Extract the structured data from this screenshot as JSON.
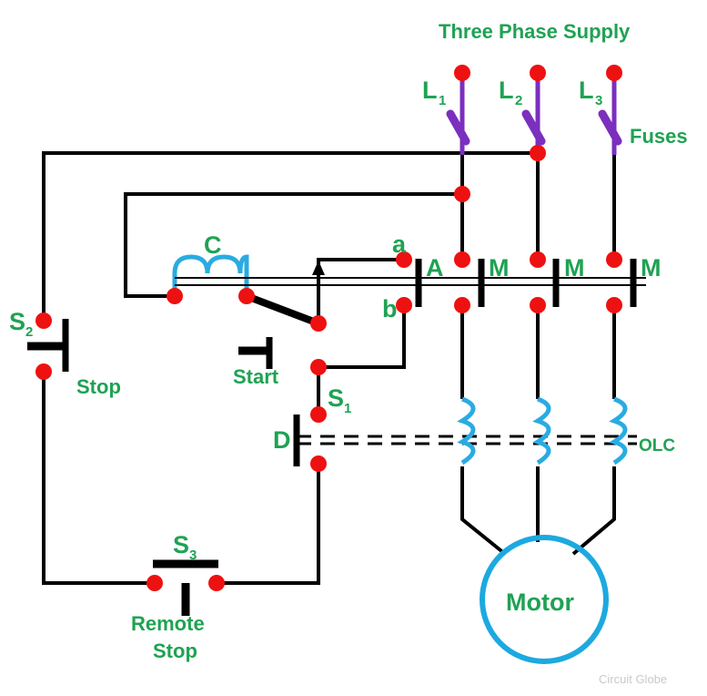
{
  "diagram": {
    "title": "Three Phase Supply",
    "watermark": "Circuit Globe",
    "colors": {
      "wire": "#000000",
      "node": "#ee1111",
      "label": "#1FA253",
      "coil": "#29ABE2",
      "fuse": "#7B2FBE",
      "motor": "#1CA9E0",
      "watermark": "#c9c9c9"
    },
    "labels": {
      "supply_title": "Three Phase Supply",
      "line1": "L",
      "line1_sub": "1",
      "line2": "L",
      "line2_sub": "2",
      "line3": "L",
      "line3_sub": "3",
      "fuses": "Fuses",
      "coil_c": "C",
      "contact_a": "a",
      "contact_b": "b",
      "contact_A": "A",
      "contact_M1": "M",
      "contact_M2": "M",
      "contact_M3": "M",
      "switch_s2": "S",
      "switch_s2_sub": "2",
      "stop": "Stop",
      "start": "Start",
      "switch_s1": "S",
      "switch_s1_sub": "1",
      "contact_d": "D",
      "olc": "OLC",
      "switch_s3": "S",
      "switch_s3_sub": "3",
      "remote_stop_line1": "Remote",
      "remote_stop_line2": "Stop",
      "motor": "Motor"
    }
  }
}
